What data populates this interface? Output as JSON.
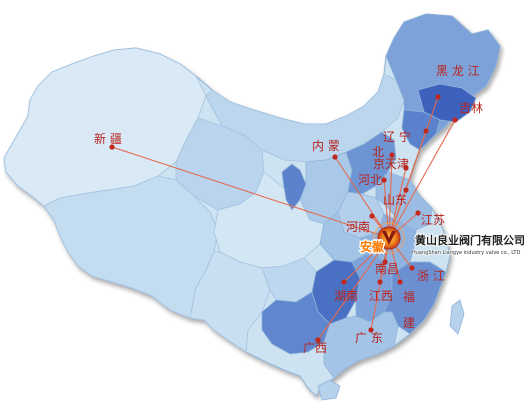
{
  "map": {
    "company": {
      "name": "黄山良业阀门有限公司",
      "name_en": "HuangShan Liangye industry valve co., LTD"
    },
    "hub_label": "安徽",
    "provinces": [
      {
        "key": "xinjiang",
        "label": "新  疆"
      },
      {
        "key": "neimenggu",
        "label": "内  蒙"
      },
      {
        "key": "heilongjiang",
        "label": "黑 龙 江"
      },
      {
        "key": "jilin",
        "label": "吉林"
      },
      {
        "key": "liaoning",
        "label": "辽  宁"
      },
      {
        "key": "beijing",
        "label": "北"
      },
      {
        "key": "tianjin",
        "label": "京天津"
      },
      {
        "key": "hebei",
        "label": "河北"
      },
      {
        "key": "shandong",
        "label": "山东"
      },
      {
        "key": "henan",
        "label": "河南"
      },
      {
        "key": "jiangsu",
        "label": "江苏"
      },
      {
        "key": "zhejiang",
        "label": "浙  江"
      },
      {
        "key": "nanchang",
        "label": "南昌"
      },
      {
        "key": "hunan",
        "label": "湖南"
      },
      {
        "key": "jiangxi",
        "label": "江西"
      },
      {
        "key": "fujian_fu",
        "label": "福"
      },
      {
        "key": "fujian_jian",
        "label": "建"
      },
      {
        "key": "guangdong",
        "label": "广  东"
      },
      {
        "key": "guangxi",
        "label": "广西"
      }
    ]
  },
  "colors": {
    "route": "#e36a4e",
    "dot": "#c0281e",
    "label_red": "#b9231d",
    "hub_orange": "#ff7a00",
    "land_light": "#cde3f2",
    "land_mid": "#a9c9e8",
    "land_dark": "#6d95d4",
    "land_deep": "#3c62be"
  }
}
